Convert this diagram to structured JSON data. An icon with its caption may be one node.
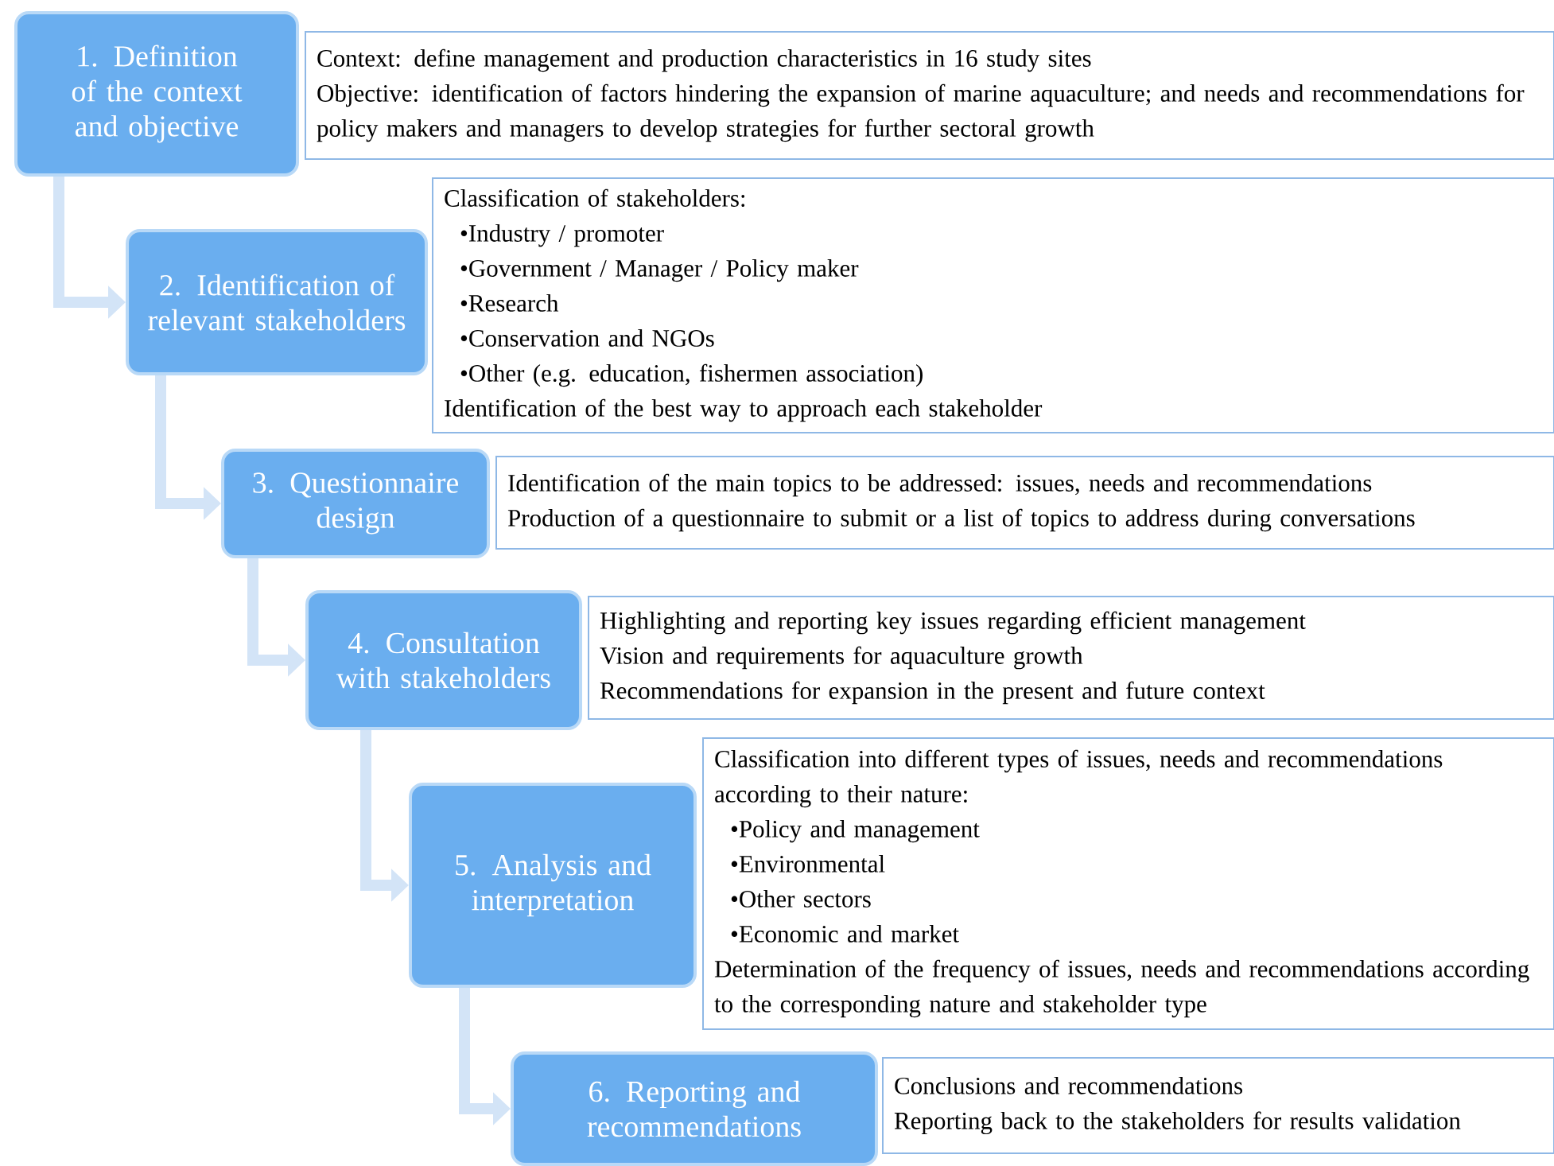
{
  "diagram": {
    "nodes": [
      {
        "text": [
          "1. Definition of the context and objective"
        ]
      },
      {
        "text": [
          "Context: define management and production characteristics in 16 study sites",
          "Objective: identification of factors hindering the expansion of marine aquaculture; and needs and recommendations for policy makers and managers to develop strategies for further sectoral growth"
        ]
      },
      {
        "text": [
          "2. Identification of relevant stakeholders"
        ]
      },
      {
        "text": [
          "Classification of stakeholders:",
          "•Industry / promoter",
          "•Government / Manager / Policy maker",
          "•Research",
          "•Conservation and NGOs",
          "•Other (e.g. education, fishermen association)",
          "Identification of the best way to approach each stakeholder"
        ]
      },
      {
        "text": [
          "3. Questionnaire design"
        ]
      },
      {
        "text": [
          "Identification of the main topics to be addressed: issues, needs and recommendations",
          "Production of a questionnaire to submit or a list of topics to address during conversations"
        ]
      },
      {
        "text": [
          "4. Consultation with stakeholders"
        ]
      },
      {
        "text": [
          "Highlighting and reporting key issues regarding efficient management",
          "Vision and requirements for aquaculture growth",
          "Recommendations for expansion in the present and future context"
        ]
      },
      {
        "text": [
          "5. Analysis and interpretation"
        ]
      },
      {
        "text": [
          "Classification into different types of issues, needs and recommendations according to their nature:",
          "•Policy and management",
          "•Environmental",
          "•Other sectors",
          "•Economic and market",
          "Determination of the frequency of issues, needs and recommendations according to the corresponding nature and stakeholder type"
        ]
      },
      {
        "text": [
          "6. Reporting and recommendations"
        ]
      },
      {
        "text": [
          "Conclusions and recommendations",
          "Reporting back to the stakeholders for results validation"
        ]
      }
    ],
    "edges": [
      {
        "from": 0,
        "to": 2,
        "arrow": "to"
      },
      {
        "from": 2,
        "to": 4,
        "arrow": "to"
      },
      {
        "from": 4,
        "to": 6,
        "arrow": "to"
      },
      {
        "from": 6,
        "to": 8,
        "arrow": "to"
      },
      {
        "from": 8,
        "to": 10,
        "arrow": "to"
      }
    ]
  }
}
